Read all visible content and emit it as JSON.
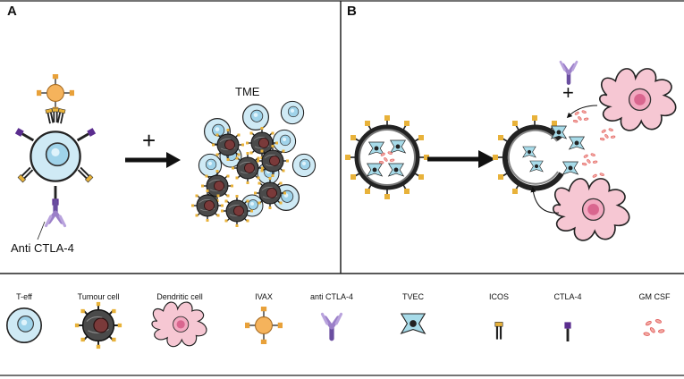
{
  "panels": {
    "a_label": "A",
    "b_label": "B",
    "tme_label": "TME",
    "plus": "+",
    "anti_ctla4_callout": "Anti CTLA-4"
  },
  "legend": {
    "items": [
      {
        "key": "teff",
        "label": "T-eff",
        "icon": "t-eff-cell-icon"
      },
      {
        "key": "tumour",
        "label": "Tumour cell",
        "icon": "tumour-cell-icon"
      },
      {
        "key": "dendritic",
        "label": "Dendritic cell",
        "icon": "dendritic-cell-icon"
      },
      {
        "key": "ivax",
        "label": "IVAX",
        "icon": "ivax-icon"
      },
      {
        "key": "antictla4",
        "label": "anti CTLA-4",
        "icon": "antibody-icon"
      },
      {
        "key": "tvec",
        "label": "TVEC",
        "icon": "tvec-virus-icon"
      },
      {
        "key": "icos",
        "label": "ICOS",
        "icon": "icos-receptor-icon"
      },
      {
        "key": "ctla4",
        "label": "CTLA-4",
        "icon": "ctla4-receptor-icon"
      },
      {
        "key": "gmcsf",
        "label": "GM CSF",
        "icon": "gm-csf-icon"
      }
    ]
  },
  "colors": {
    "teff_fill": "#cfeaf5",
    "teff_nucleus": "#9fd3ea",
    "tumour_fill": "#4a4a4a",
    "nucleus_red": "#7a3a3a",
    "dendritic_fill": "#f6c7d3",
    "dendritic_nucleus": "#d9668f",
    "ivax_core": "#f5b35c",
    "ivax_tip": "#e8a13a",
    "antibody": "#9b7fc8",
    "ctla4": "#5b2d8f",
    "icos": "#e8b23a",
    "gmcsf": "#e05a5a",
    "tvec": "#a7dbe9"
  }
}
